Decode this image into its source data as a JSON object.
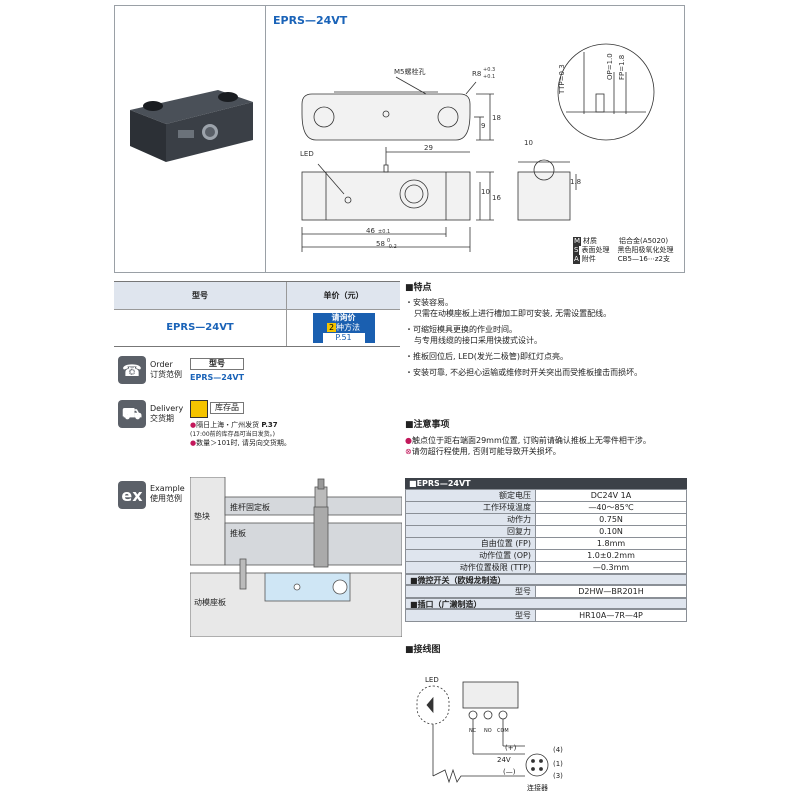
{
  "title": "EPRS—24VT",
  "drawing": {
    "m5": "M5螺栓孔",
    "r8": "R8",
    "r8_tol_up": "+0.3",
    "r8_tol_dn": "+0.1",
    "dim_9": "9",
    "dim_18": "18",
    "led": "LED",
    "dim_29": "29",
    "dim_10": "10",
    "dim_16": "16",
    "dim_46": "46",
    "dim_46_tol": "±0.1",
    "dim_58": "58",
    "dim_58_tol": "-0.2",
    "dim_58_tol0": "0",
    "side_10": "10",
    "side_18": "1.8",
    "ttp": "TTP=0.3",
    "op": "OP=1.0",
    "fp": "FP=1.8"
  },
  "materials": [
    {
      "badge": "M",
      "label": "材质",
      "value": "铝合金(A5020)"
    },
    {
      "badge": "S",
      "label": "表面处理",
      "value": "黑色阳极氧化处理"
    },
    {
      "badge": "A",
      "label": "附件",
      "value": "CB5—16⋯z2支"
    }
  ],
  "price_table": {
    "col_model": "型号",
    "col_price": "单价（元）",
    "model": "EPRS—24VT",
    "price_line1": "请询价",
    "price_line2_num": "2",
    "price_line2_txt": "种方法",
    "price_ref": "P.51"
  },
  "order": {
    "label_en": "Order",
    "label_cn": "订货范例",
    "head": "型号",
    "value": "EPRS—24VT"
  },
  "delivery": {
    "label_en": "Delivery",
    "label_cn": "交货期",
    "stock": "库存品",
    "line1": "隔日上海・广州发货",
    "line1_ref": "P.37",
    "line2": "(17:00前的库存品可当日发货。)",
    "line3": "数量＞101时, 请另向交货期。"
  },
  "example": {
    "label_en": "Example",
    "label_cn": "使用范例",
    "padblock": "垫块",
    "pushplate_fix": "推杆固定板",
    "pushplate": "推板",
    "moving_base": "动模座板"
  },
  "features": {
    "title": "特点",
    "items": [
      "安装容易。",
      "只需在动模座板上进行槽加工即可安装, 无需设置配线。",
      "可缩短模具更换的作业时间。",
      "与专用线缆的接口采用快拔式设计。",
      "推板回位后, LED(发光二极管)即红灯点亮。",
      "安装可靠, 不必担心运输或维修时开关突出而受推板撞击而损坏。"
    ]
  },
  "notes": {
    "title": "注意事项",
    "items": [
      "触点位于距右端面29mm位置, 订购前请确认推板上无零件相干涉。",
      "请勿超行程使用, 否则可能导致开关损坏。"
    ]
  },
  "spec": {
    "title": "EPRS—24VT",
    "rows": [
      {
        "label": "额定电压",
        "sub": "",
        "value": "DC24V  1A"
      },
      {
        "label": "工作环境温度",
        "sub": "",
        "value": "—40～85℃"
      },
      {
        "label": "动作力",
        "sub": "",
        "value": "0.75N"
      },
      {
        "label": "回复力",
        "sub": "",
        "value": "0.10N"
      },
      {
        "label": "自由位置",
        "sub": "(FP)",
        "value": "1.8mm"
      },
      {
        "label": "动作位置",
        "sub": "(OP)",
        "value": "1.0±0.2mm"
      },
      {
        "label": "动作位置极限",
        "sub": "(TTP)",
        "value": "—0.3mm"
      }
    ],
    "micro_title": "微控开关（欧姆龙制造）",
    "micro_label": "型号",
    "micro_value": "D2HW—BR201H",
    "plug_title": "插口（广濑制造）",
    "plug_label": "型号",
    "plug_value": "HR10A—7R—4P"
  },
  "wiring": {
    "title": "接线图",
    "led": "LED",
    "nc": "NC",
    "no": "NO",
    "com": "COM",
    "plus": "(+)",
    "v24": "24V",
    "minus": "(—)",
    "pin1": "(1)",
    "pin3": "(3)",
    "pin4": "(4)",
    "connector": "连接器"
  }
}
